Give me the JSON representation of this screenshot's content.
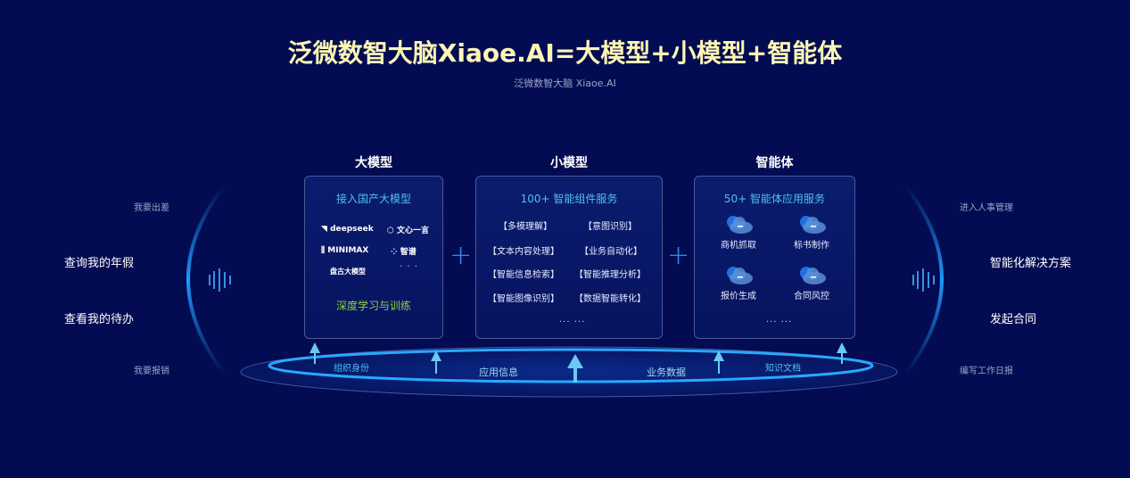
{
  "header": {
    "title": "泛微数智大脑Xiaoe.AI=大模型+小模型+智能体",
    "subtitle": "泛微数智大脑 Xiaoe.AI"
  },
  "columns": {
    "large": {
      "heading": "大模型",
      "box_title": "接入国产大模型",
      "logos": [
        "deepseek",
        "文心一言",
        "MINIMAX",
        "智谱",
        "盘古大模型"
      ],
      "more": "· · ·",
      "footer": "深度学习与训练"
    },
    "small": {
      "heading": "小模型",
      "box_title": "100+ 智能组件服务",
      "items": [
        "【多模理解】",
        "【意图识别】",
        "【文本内容处理】",
        "【业务自动化】",
        "【智能信息检索】",
        "【智能推理分析】",
        "【智能图像识别】",
        "【数据智能转化】"
      ],
      "more": "... ..."
    },
    "agent": {
      "heading": "智能体",
      "box_title": "50+ 智能体应用服务",
      "items": [
        "商机抓取",
        "标书制作",
        "报价生成",
        "合同风控"
      ],
      "more": "... ..."
    }
  },
  "plus": "+",
  "left": {
    "top": "我要出差",
    "main1": "查询我的年假",
    "main2": "查看我的待办",
    "bottom": "我要报销"
  },
  "right": {
    "top": "进入人事管理",
    "main1": "智能化解决方案",
    "main2": "发起合同",
    "bottom": "编写工作日报"
  },
  "platform": [
    "组织身份",
    "应用信息",
    "业务数据",
    "知识文档"
  ],
  "colors": {
    "bg": "#030c52",
    "title": "#fdf5b5",
    "accent": "#4fc0f0",
    "green": "#8fd13f"
  }
}
